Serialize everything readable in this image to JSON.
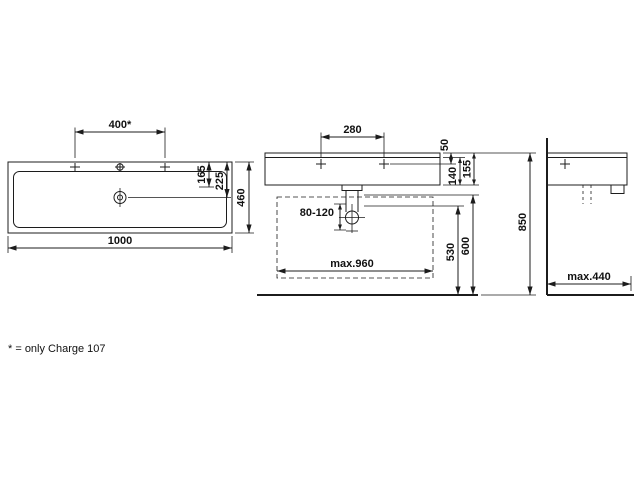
{
  "drawing": {
    "background": "#ffffff",
    "line_color": "#1c1c1c",
    "subject": "wall-hung washbasin dimensional drawing"
  },
  "footnote": "* = only Charge 107",
  "top_view": {
    "tap_distance": "400*",
    "width": "1000",
    "depth": "460",
    "drain_offset_a": "165",
    "drain_offset_b": "225"
  },
  "front_view": {
    "bolt_distance": "280",
    "rim_to_deck": "50",
    "under_rim_height": "140",
    "total_height": "155",
    "outlet_range": "80-120",
    "clearance_width": "max.960",
    "outlet_height": "530",
    "underside_height": "600",
    "rim_height": "850"
  },
  "side_view": {
    "clearance_depth": "max.440"
  }
}
